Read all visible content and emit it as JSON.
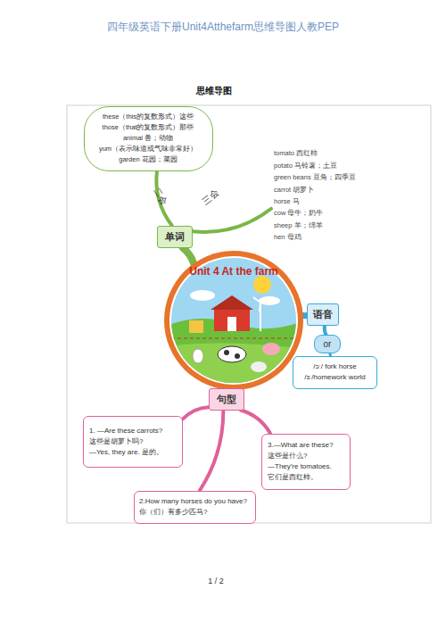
{
  "diagram": {
    "title": "思维导图",
    "nodes": [
      {
        "text": [
          "these（this的复数形式）这些",
          "those（that的复数形式）那些",
          "animal 兽；动物",
          "yum（表示味道或气味非常好）",
          "garden 花园；菜园"
        ]
      },
      {
        "text": [
          "tomato 西红柿",
          "potato 马铃薯；土豆",
          "green beans 豆角；四季豆",
          "carrot 胡萝卜",
          "horse 马",
          "cow 母牛；奶牛",
          "sheep 羊；绵羊",
          "hen 母鸡"
        ]
      },
      {
        "text": [
          "单词"
        ]
      },
      {
        "text": [
          "Unit 4 At the farm"
        ]
      },
      {
        "text": [
          "语音"
        ]
      },
      {
        "text": [
          "or"
        ]
      },
      {
        "text": [
          "/ɔː/ fork  horse",
          "/ɜː/homework  world"
        ]
      },
      {
        "text": [
          "句型"
        ]
      },
      {
        "text": [
          "1. —Are these carrots?",
          "这些是胡萝卜吗?",
          "—Yes, they are. 是的。"
        ]
      },
      {
        "text": [
          "3.—What are these?",
          "这些是什么?",
          "—They're tomatoes.",
          "它们是西红柿。"
        ]
      },
      {
        "text": [
          "2.How many horses do you have?",
          "你（们）有多少匹马?"
        ]
      }
    ],
    "edges": [
      {
        "from": 3,
        "to": 2,
        "arrow": "none"
      },
      {
        "from": 2,
        "to": 0,
        "arrow": "none"
      },
      {
        "from": 2,
        "to": 1,
        "arrow": "none"
      },
      {
        "from": 3,
        "to": 4,
        "arrow": "none"
      },
      {
        "from": 4,
        "to": 5,
        "arrow": "none"
      },
      {
        "from": 5,
        "to": 6,
        "arrow": "none"
      },
      {
        "from": 3,
        "to": 7,
        "arrow": "none"
      },
      {
        "from": 7,
        "to": 8,
        "arrow": "none"
      },
      {
        "from": 7,
        "to": 10,
        "arrow": "none"
      },
      {
        "from": 7,
        "to": 9,
        "arrow": "none"
      }
    ],
    "labels": [
      "四年级英语下册Unit4Atthefarm思维导图人教PEP",
      "二会",
      "三会",
      "1 / 2"
    ]
  }
}
